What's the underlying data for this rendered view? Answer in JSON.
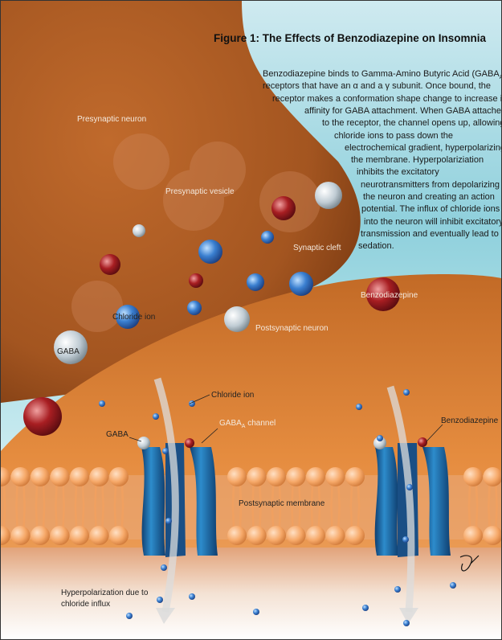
{
  "title": "Figure 1: The Effects of Benzodiazepine on Insomnia",
  "description_lines": [
    "Benzodiazepine binds to Gamma-Amino Butyric Acid (GABA",
    "receptors that have an α and a γ subunit. Once bound, the",
    "receptor makes a conformation shape change to increase its",
    "affinity for GABA attachment. When GABA attaches",
    "to the receptor, the channel opens up, allowing",
    "chloride ions to pass down the",
    "electrochemical gradient, hyperpolarizing",
    "the membrane. Hyperpolariziation",
    "inhibits the excitatory",
    "neurotransmitters from depolarizing",
    "the neuron and creating an action",
    "potential.  The influx of chloride ions",
    "into the neuron will inhibit excitatory",
    "transmission and eventually lead to",
    "sedation."
  ],
  "subscript_a": "A",
  "close_paren": ")",
  "labels": {
    "presynaptic_neuron": "Presynaptic neuron",
    "presynaptic_vesicle": "Presynaptic vesicle",
    "synaptic_cleft": "Synaptic cleft",
    "benzodiazepine_top": "Benzodiazepine",
    "chloride_ion_top": "Chloride ion",
    "gaba_top": "GABA",
    "postsynaptic_neuron": "Postsynaptic neuron",
    "chloride_ion_bottom": "Chloride ion",
    "gaba_bottom": "GABA",
    "gaba_channel": "GABA",
    "gaba_channel_suffix": " channel",
    "benzodiazepine_bottom": "Benzodiazepine",
    "postsynaptic_membrane": "Postsynaptic membrane",
    "hyperpolarization_1": "Hyperpolarization due to",
    "hyperpolarization_2": "chloride influx"
  },
  "signature": "JY",
  "colors": {
    "presynaptic": "#a85a22",
    "postsynaptic": "#e0893f",
    "channel": "#1e6ea8",
    "lipid_head": "#f6a868",
    "chloride": "#3a7fd0",
    "gaba": "#c8d2d8",
    "benzodiazepine": "#a81e22"
  }
}
